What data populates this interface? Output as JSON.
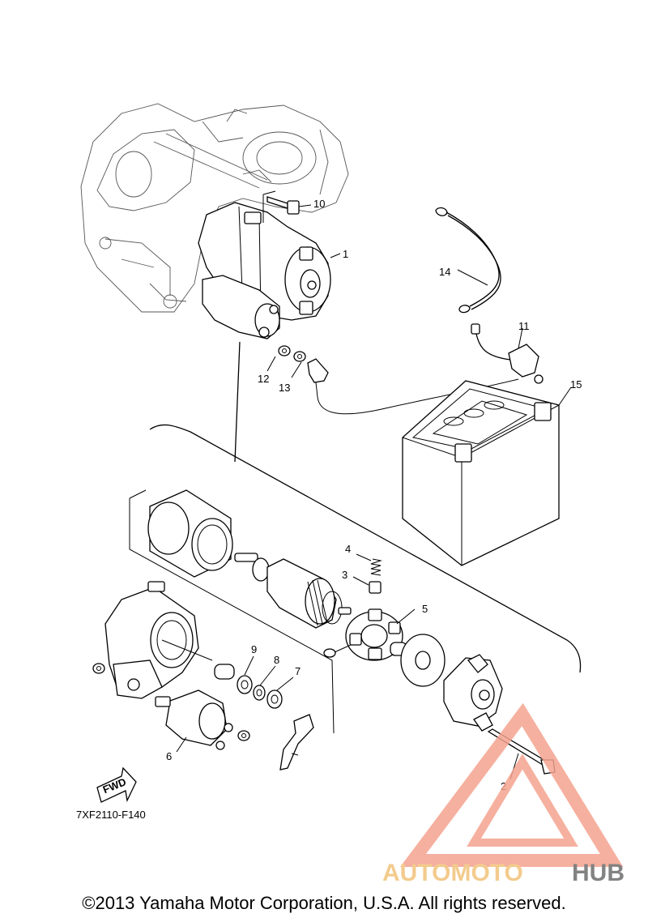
{
  "diagram": {
    "callouts": [
      {
        "id": "c1",
        "label": "1"
      },
      {
        "id": "c2",
        "label": "2"
      },
      {
        "id": "c3",
        "label": "3"
      },
      {
        "id": "c4",
        "label": "4"
      },
      {
        "id": "c5",
        "label": "5"
      },
      {
        "id": "c6",
        "label": "6"
      },
      {
        "id": "c7",
        "label": "7"
      },
      {
        "id": "c8",
        "label": "8"
      },
      {
        "id": "c9",
        "label": "9"
      },
      {
        "id": "c10",
        "label": "10"
      },
      {
        "id": "c11",
        "label": "11"
      },
      {
        "id": "c12",
        "label": "12"
      },
      {
        "id": "c13",
        "label": "13"
      },
      {
        "id": "c14",
        "label": "14"
      },
      {
        "id": "c15",
        "label": "15"
      }
    ],
    "fwd_label": "FWD",
    "drawing_code": "7XF2110-F140"
  },
  "watermark": {
    "brand_part1": "AUTOMOTO",
    "brand_part2": "HUB",
    "color_accent": "#f5a38f",
    "color_gold": "#f2c27a",
    "color_dark": "#6d6d6d"
  },
  "footer": {
    "copyright": "©2013 Yamaha Motor Corporation, U.S.A. All rights reserved."
  }
}
